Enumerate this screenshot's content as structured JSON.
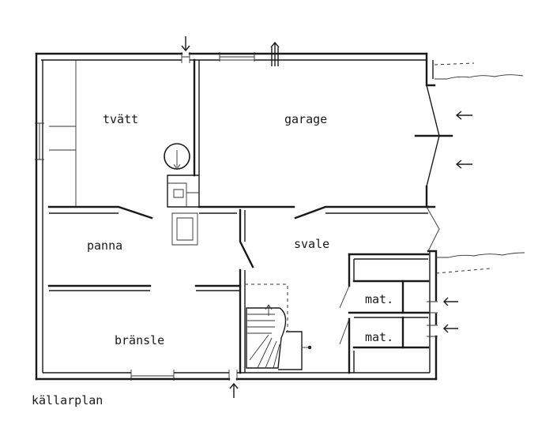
{
  "rooms": {
    "tvatt": "tvätt",
    "garage": "garage",
    "panna": "panna",
    "svale": "svale",
    "bransle": "bränsle",
    "mat1": "mat.",
    "mat2": "mat."
  },
  "caption": "källarplan",
  "colors": {
    "ink": "#1a1a1a",
    "paper": "#ffffff"
  },
  "icons": [
    "arrow-down-icon",
    "arrow-up-icon",
    "arrow-left-icon",
    "stair-arrow-icon",
    "boiler-icon"
  ]
}
